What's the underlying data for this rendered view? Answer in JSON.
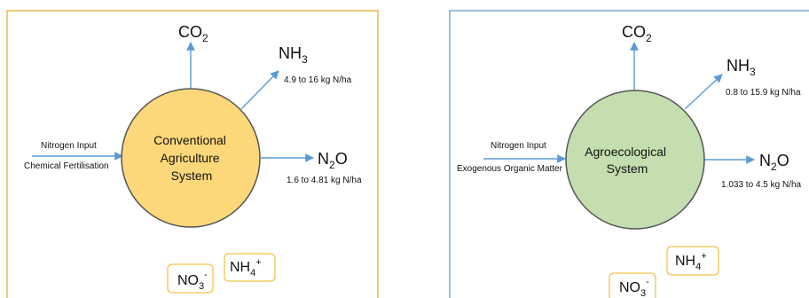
{
  "colors": {
    "panel_left_border": "#e8b84a",
    "panel_right_border": "#7fa7c7",
    "arrow": "#5b9bd5",
    "circle_left_fill": "#fdd87a",
    "circle_left_stroke": "#555555",
    "circle_right_fill": "#c4deb0",
    "circle_right_stroke": "#555555",
    "chip_border": "#f0c24a"
  },
  "left": {
    "co2": {
      "base": "CO",
      "sub": "2"
    },
    "nh3": {
      "base": "NH",
      "sub": "3",
      "range": "4.9 to 16 kg N/ha"
    },
    "n2o": {
      "base": "N",
      "sub": "2",
      "tail": "O",
      "range": "1.6 to 4.81 kg N/ha"
    },
    "input_label": "Nitrogen Input",
    "input_source": "Chemical Fertilisation",
    "system_lines": [
      "Conventional",
      "Agriculture",
      "System"
    ],
    "no3": {
      "base": "NO",
      "sub": "3",
      "sup": "-"
    },
    "nh4": {
      "base": "NH",
      "sub": "4",
      "sup": "+"
    }
  },
  "right": {
    "co2": {
      "base": "CO",
      "sub": "2"
    },
    "nh3": {
      "base": "NH",
      "sub": "3",
      "range": "0.8 to 15.9 kg N/ha"
    },
    "n2o": {
      "base": "N",
      "sub": "2",
      "tail": "O",
      "range": "1.033 to 4.5 kg N/ha"
    },
    "input_label": "Nitrogen Input",
    "input_source": "Exogenous Organic Matter",
    "system_lines": [
      "Agroecological",
      "System"
    ],
    "no3": {
      "base": "NO",
      "sub": "3",
      "sup": "-"
    },
    "nh4": {
      "base": "NH",
      "sub": "4",
      "sup": "+"
    }
  }
}
